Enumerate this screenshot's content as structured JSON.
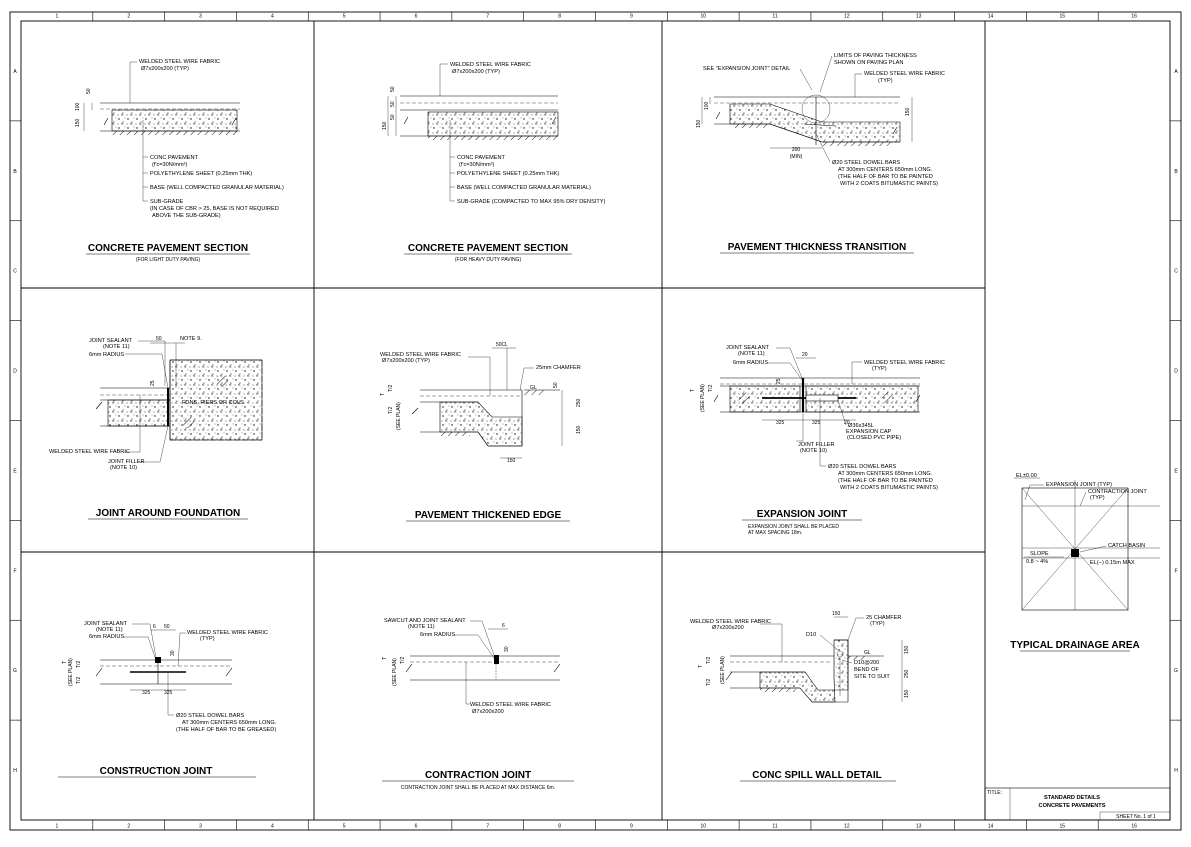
{
  "columns": [
    "1",
    "2",
    "3",
    "4",
    "5",
    "6",
    "7",
    "8",
    "9",
    "10",
    "11",
    "12",
    "13",
    "14",
    "15",
    "16"
  ],
  "rows": [
    "A",
    "B",
    "C",
    "D",
    "E",
    "F",
    "G",
    "H"
  ],
  "panels": {
    "p1": {
      "title": "CONCRETE PAVEMENT SECTION",
      "subtitle": "(FOR LIGHT DUTY PAVING)",
      "wire_fabric": "WELDED STEEL WIRE FABRIC",
      "wire_size": "Ø7x200x200 (TYP)",
      "conc": "CONC PAVEMENT",
      "conc_strength": "(f'c=30N/mm²)",
      "poly": "POLYETHYLENE SHEET (0.25mm THK)",
      "base": "BASE (WELL COMPACTED GRANULAR MATERIAL)",
      "subgrade": "SUB-GRADE",
      "subgrade_note1": "(IN CASE OF CBR > 25, BASE IS NOT REQUIRED",
      "subgrade_note2": "ABOVE THE SUB-GRADE)",
      "dim_150": "150",
      "dim_100": "100",
      "dim_50": "50"
    },
    "p2": {
      "title": "CONCRETE PAVEMENT SECTION",
      "subtitle": "(FOR HEAVY DUTY PAVING)",
      "wire_fabric": "WELDED STEEL WIRE FABRIC",
      "wire_size": "Ø7x200x200 (TYP)",
      "conc": "CONC PAVEMENT",
      "conc_strength": "(f'c=30N/mm²)",
      "poly": "POLYETHYLENE SHEET (0.25mm THK)",
      "base": "BASE (WELL COMPACTED GRANULAR MATERIAL)",
      "subgrade": "SUB-GRADE (COMPACTED TO MAX 95% DRY DENSITY)",
      "dim_150": "150",
      "dim_50a": "50",
      "dim_50b": "50",
      "dim_50c": "50"
    },
    "p3": {
      "title": "PAVEMENT THICKNESS TRANSITION",
      "expansion": "SEE \"EXPANSION JOINT\" DETAIL",
      "limits1": "LIMITS OF PAVING THICKNESS",
      "limits2": "SHOWN ON PAVING PLAN",
      "wire_fabric": "WELDED STEEL WIRE FABRIC",
      "typ": "(TYP)",
      "dim_150l": "150",
      "dim_100": "100",
      "dim_150r": "150",
      "dim_200": "200",
      "dim_min": "(MIN)",
      "dowel1": "Ø20 STEEL DOWEL BARS",
      "dowel2": "AT 300mm CENTERS 650mm LONG.",
      "dowel3": "(THE HALF OF BAR TO BE PAINTED",
      "dowel4": "WITH 2 COATS BITUMASTIC PAINTS)"
    },
    "p4": {
      "title": "JOINT AROUND FOUNDATION",
      "sealant": "JOINT SEALANT",
      "note11": "(NOTE 11)",
      "radius": "6mm RADIUS",
      "dim_50": "50",
      "note9": "NOTE 9.",
      "dim_25": "25",
      "fdns": "FDNS, PIERS OR COLS",
      "wire": "WELDED STEEL WIRE FABRIC",
      "filler": "JOINT FILLER",
      "note10": "(NOTE 10)"
    },
    "p5": {
      "title": "PAVEMENT THICKENED EDGE",
      "wire": "WELDED STEEL WIRE FABRIC",
      "wire_size": "Ø7x200x200 (TYP)",
      "dim_50cl": "50CL",
      "chamfer": "25mm CHAMFER",
      "gl": "GL",
      "dim_50": "50",
      "dim_250": "250",
      "dim_150": "150",
      "dim_150b": "150",
      "t": "T",
      "t2a": "T/2",
      "t2b": "T/2",
      "see_plan": "(SEE PLAN)"
    },
    "p6": {
      "title": "EXPANSION   JOINT",
      "subtitle1": "EXPANSION JOINT SHALL BE PLACED",
      "subtitle2": "AT MAX SPACING 18m.",
      "sealant": "JOINT SEALANT",
      "note11": "(NOTE 11)",
      "radius": "6mm RADIUS",
      "dim_20": "20",
      "dim_25": "25",
      "wire": "WELDED STEEL WIRE FABRIC",
      "typ": "(TYP)",
      "dim_325a": "325",
      "dim_325b": "325",
      "dim_20b": "20",
      "cap1": "Ø36x345L",
      "cap2": "EXPANSION CAP",
      "cap3": "(CLOSED PVC PIPE)",
      "filler": "JOINT FILLER",
      "note10": "(NOTE 10)",
      "dowel1": "Ø20 STEEL DOWEL BARS",
      "dowel2": "AT 300mm CENTERS 650mm LONG.",
      "dowel3": "(THE HALF OF BAR TO BE PAINTED",
      "dowel4": "WITH 2 COATS BITUMASTIC PAINTS)",
      "t": "T",
      "t2": "T/2",
      "see_plan": "(SEE PLAN)"
    },
    "p7": {
      "title": "TYPICAL DRAINAGE AREA",
      "el": "EL±0.00",
      "exp": "EXPANSION JOINT (TYP)",
      "contr": "CONTRACTION JOINT",
      "typ": "(TYP)",
      "catch": "CATCH BASIN",
      "slope": "SLOPE",
      "slope_val": "0.8 ~ 4%",
      "el2": "EL(−) 0.15m MAX"
    },
    "p8": {
      "title": "CONSTRUCTION   JOINT",
      "sealant": "JOINT SEALANT",
      "note11": "(NOTE 11)",
      "radius": "6mm RADIUS",
      "dim_6": "6",
      "dim_50": "50",
      "wire": "WELDED STEEL WIRE FABRIC",
      "typ": "(TYP)",
      "dim_30": "30",
      "dim_325a": "325",
      "dim_325b": "325",
      "dowel1": "Ø20 STEEL DOWEL BARS",
      "dowel2": "AT 300mm CENTERS 650mm LONG.",
      "dowel3": "(THE HALF OF BAR TO BE GREASED)",
      "t": "T",
      "t2a": "T/2",
      "t2b": "T/2",
      "see_plan": "(SEE PLAN)"
    },
    "p9": {
      "title": "CONTRACTION JOINT",
      "subtitle": "CONTRACTION JOINT SHALL BE PLACED AT MAX DISTANCE 6m.",
      "sawcut": "SAWCUT AND JOINT SEALANT",
      "note11": "(NOTE 11)",
      "radius": "6mm RADIUS",
      "dim_6": "6",
      "dim_30": "30",
      "wire": "WELDED STEEL WIRE FABRIC",
      "wire_size": "Ø7x200x200",
      "t": "T",
      "t2": "T/2",
      "see_plan": "(SEE PLAN)"
    },
    "p10": {
      "title": "CONC SPILL WALL DETAIL",
      "wire": "WELDED STEEL WIRE FABRIC",
      "wire_size": "Ø7x200x200",
      "dim_150": "150",
      "chamfer": "25 CHAMFER",
      "typ": "(TYP)",
      "d10": "D10",
      "gl": "GL",
      "d10b": "D10@200",
      "bend1": "BEND OF",
      "bend2": "SITE TO SUIT",
      "dim_150a": "150",
      "dim_250": "250",
      "dim_150b": "150",
      "t": "T",
      "t2a": "T/2",
      "t2b": "T/2",
      "see_plan": "(SEE PLAN)"
    }
  },
  "title_block": {
    "title_label": "TITLE:",
    "line1": "STANDARD DETAILS",
    "line2": "CONCRETE PAVEMENTS",
    "sheet": "SHEET No. 1 of 1"
  }
}
